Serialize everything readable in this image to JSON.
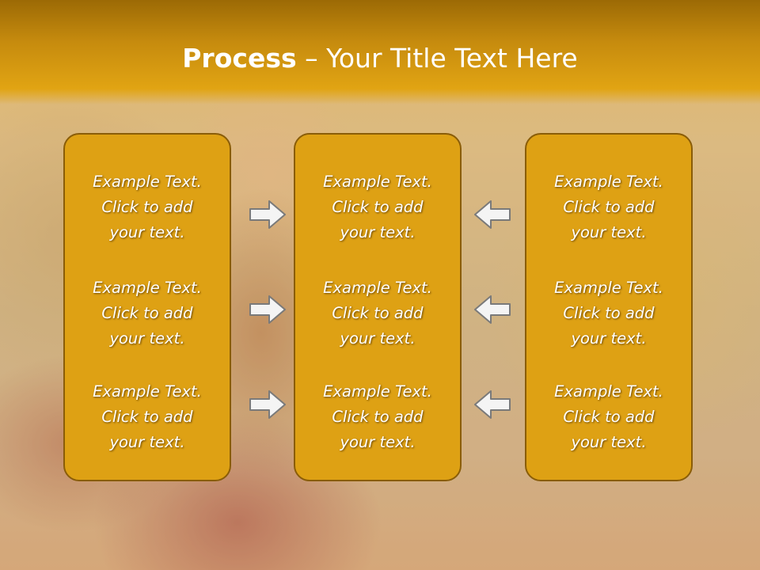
{
  "slide": {
    "title_bold": "Process",
    "title_dash": " – ",
    "title_rest": "Your Title Text Here"
  },
  "columns": [
    {
      "items": [
        "Example Text.\nClick  to add\nyour text.",
        "Example Text.\nClick  to add\nyour text.",
        "Example Text.\nClick  to add\nyour text."
      ]
    },
    {
      "items": [
        "Example Text.\nClick  to add\nyour text.",
        "Example Text.\nClick  to add\nyour text.",
        "Example Text.\nClick  to add\nyour text."
      ]
    },
    {
      "items": [
        "Example Text.\nClick  to add\nyour text.",
        "Example Text.\nClick  to add\nyour text.",
        "Example Text.\nClick  to add\nyour text."
      ]
    }
  ],
  "arrows": {
    "left_group": [
      "right-arrow-icon",
      "right-arrow-icon",
      "right-arrow-icon"
    ],
    "right_group": [
      "left-arrow-icon",
      "left-arrow-icon",
      "left-arrow-icon"
    ]
  },
  "colors": {
    "box_fill": "#dea114",
    "box_border": "#8a5d08",
    "title_band": "#c68b0e",
    "text": "#ffffff"
  }
}
